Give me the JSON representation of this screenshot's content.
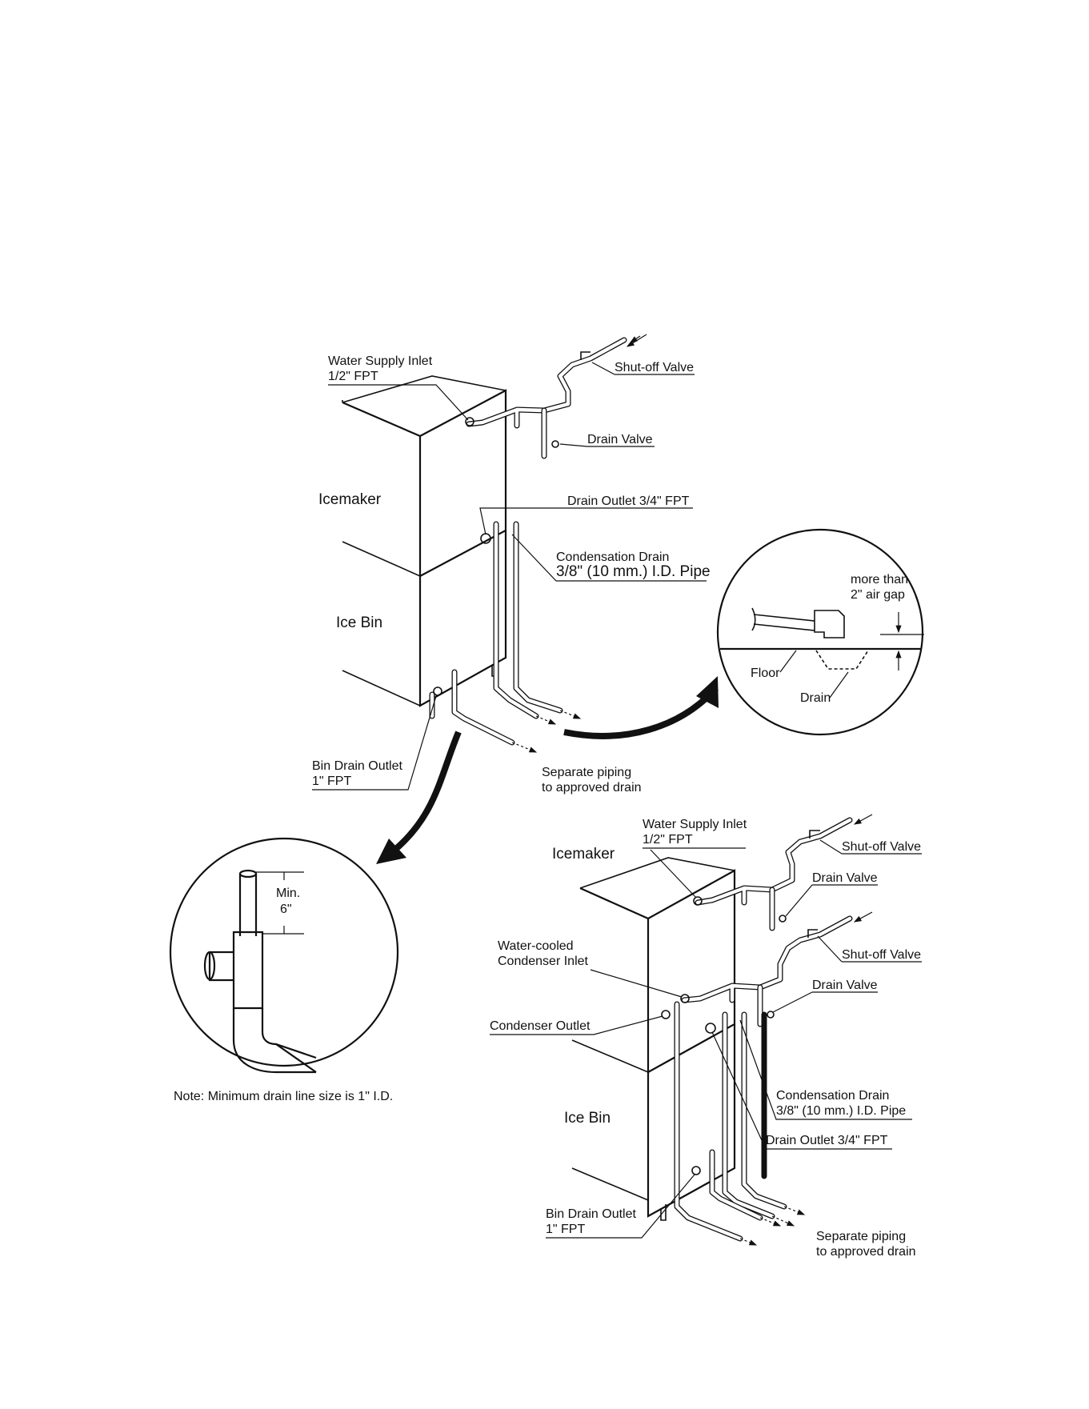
{
  "top_diagram": {
    "water_supply_inlet": [
      "Water Supply Inlet",
      "1/2\" FPT"
    ],
    "shutoff_valve": "Shut-off Valve",
    "drain_valve": "Drain Valve",
    "icemaker": "Icemaker",
    "drain_outlet": "Drain Outlet 3/4\" FPT",
    "condensation_drain": [
      "Condensation Drain",
      "3/8\" (10 mm.) I.D. Pipe"
    ],
    "ice_bin": "Ice Bin",
    "bin_drain_outlet": [
      "Bin Drain Outlet",
      "1\" FPT"
    ],
    "separate_piping": [
      "Separate piping",
      "to approved drain"
    ]
  },
  "air_gap_detail": {
    "air_gap": [
      "more than",
      "2\" air gap"
    ],
    "floor": "Floor",
    "drain": "Drain"
  },
  "min_detail": {
    "min": [
      "Min.",
      "6\""
    ],
    "note": "Note: Minimum drain line size is 1\" I.D."
  },
  "bottom_diagram": {
    "water_supply_inlet": [
      "Water Supply Inlet",
      "1/2\" FPT"
    ],
    "icemaker": "Icemaker",
    "shutoff_valve_1": "Shut-off Valve",
    "drain_valve_1": "Drain Valve",
    "condenser_inlet": [
      "Water-cooled",
      "Condenser Inlet"
    ],
    "shutoff_valve_2": "Shut-off Valve",
    "drain_valve_2": "Drain Valve",
    "condenser_outlet": "Condenser Outlet",
    "condensation_drain": [
      "Condensation Drain",
      "3/8\" (10 mm.) I.D. Pipe"
    ],
    "ice_bin": "Ice Bin",
    "drain_outlet": "Drain Outlet 3/4\" FPT",
    "bin_drain_outlet": [
      "Bin Drain Outlet",
      "1\" FPT"
    ],
    "separate_piping": [
      "Separate piping",
      "to approved drain"
    ]
  }
}
